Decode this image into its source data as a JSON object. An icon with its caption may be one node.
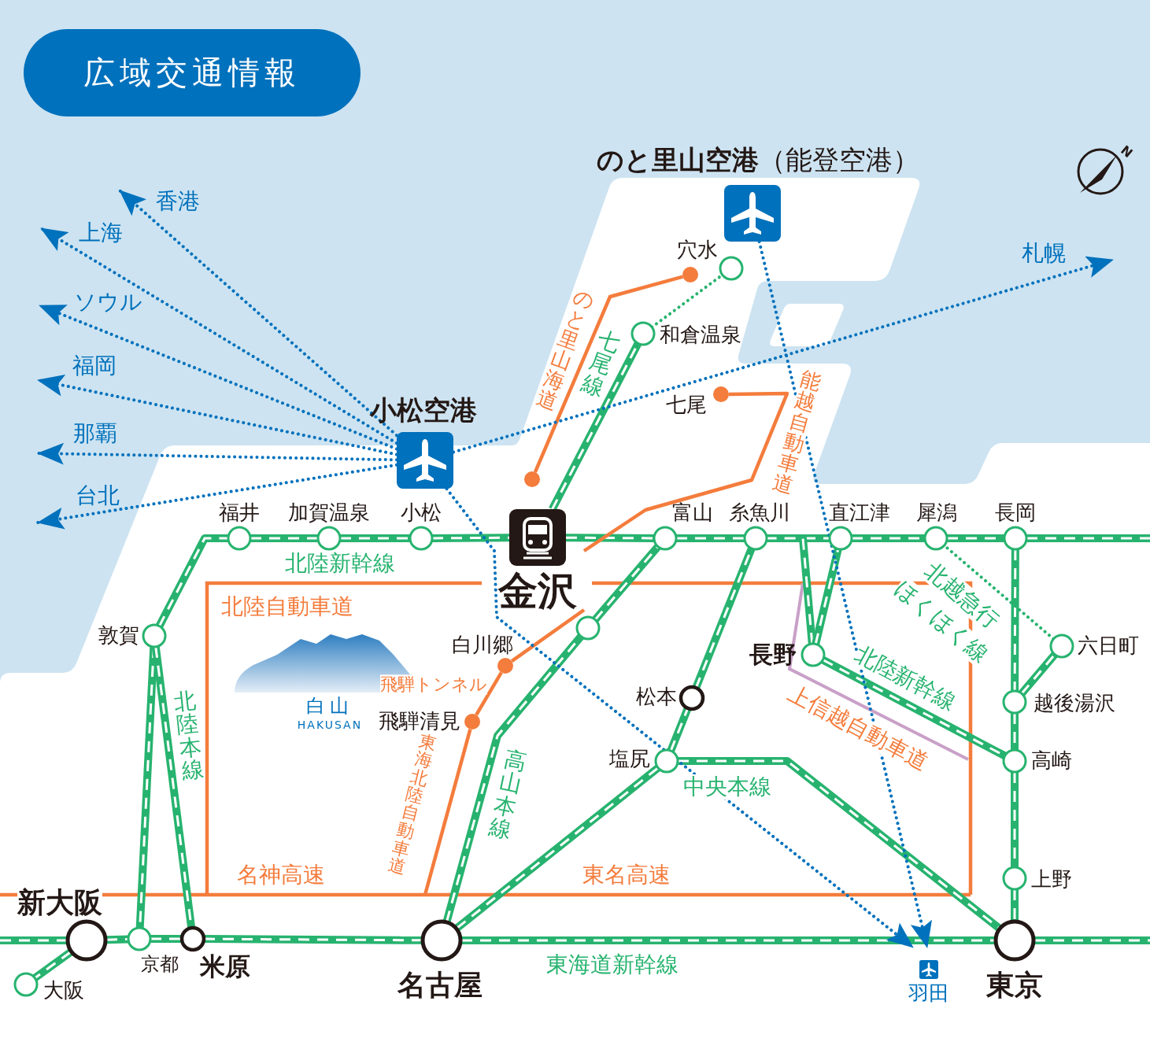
{
  "diagram": {
    "title": "広域交通情報",
    "nodes": [
      {
        "text": [
          "小松空港"
        ]
      },
      {
        "text": [
          "**のと里山空港**（能登空港）"
        ]
      },
      {
        "text": [
          "羽田"
        ]
      },
      {
        "text": [
          "香港"
        ]
      },
      {
        "text": [
          "上海"
        ]
      },
      {
        "text": [
          "ソウル"
        ]
      },
      {
        "text": [
          "福岡"
        ]
      },
      {
        "text": [
          "那覇"
        ]
      },
      {
        "text": [
          "台北"
        ]
      },
      {
        "text": [
          "札幌"
        ]
      },
      {
        "text": [
          "金沢"
        ]
      },
      {
        "text": [
          "福井"
        ]
      },
      {
        "text": [
          "加賀温泉"
        ]
      },
      {
        "text": [
          "小松"
        ]
      },
      {
        "text": [
          "富山"
        ]
      },
      {
        "text": [
          "糸魚川"
        ]
      },
      {
        "text": [
          "直江津"
        ]
      },
      {
        "text": [
          "犀潟"
        ]
      },
      {
        "text": [
          "長岡"
        ]
      },
      {
        "text": [
          "敦賀"
        ]
      },
      {
        "text": [
          "和倉温泉"
        ]
      },
      {
        "text": [
          "穴水"
        ]
      },
      {
        "text": [
          "長野"
        ]
      },
      {
        "text": [
          "六日町"
        ]
      },
      {
        "text": [
          "越後湯沢"
        ]
      },
      {
        "text": [
          "高崎"
        ]
      },
      {
        "text": [
          "上野"
        ]
      },
      {
        "text": [
          "東京"
        ]
      },
      {
        "text": [
          "松本"
        ]
      },
      {
        "text": [
          "塩尻"
        ]
      },
      {
        "text": [
          "名古屋"
        ]
      },
      {
        "text": [
          "米原"
        ]
      },
      {
        "text": [
          "京都"
        ]
      },
      {
        "text": [
          "新大阪"
        ]
      },
      {
        "text": [
          "大阪"
        ]
      },
      {
        "text": [],
        "shape": "circle"
      },
      {
        "text": [
          "七尾"
        ]
      },
      {
        "text": [
          "白川郷"
        ]
      },
      {
        "text": [
          "飛騨清見"
        ]
      },
      {
        "text": [],
        "shape": "circle"
      },
      {
        "text": [],
        "shape": "circle"
      }
    ],
    "edges": [
      {
        "from": 19,
        "to": 11,
        "arrow": "none"
      },
      {
        "from": 11,
        "to": 12,
        "arrow": "none"
      },
      {
        "from": 12,
        "to": 13,
        "arrow": "none"
      },
      {
        "from": 13,
        "to": 10,
        "arrow": "none"
      },
      {
        "from": 10,
        "to": 14,
        "arrow": "none"
      },
      {
        "from": 14,
        "to": 15,
        "arrow": "none"
      },
      {
        "from": 15,
        "to": 16,
        "arrow": "none"
      },
      {
        "from": 16,
        "to": 17,
        "arrow": "none"
      },
      {
        "from": 17,
        "to": 18,
        "arrow": "none"
      },
      {
        "from": 18,
        "to": null,
        "arrow": "none"
      },
      {
        "from": 22,
        "to": 15,
        "arrow": "none"
      },
      {
        "from": 22,
        "to": 16,
        "arrow": "none"
      },
      {
        "from": 22,
        "to": 25,
        "arrow": "none"
      },
      {
        "from": 18,
        "to": 24,
        "arrow": "none"
      },
      {
        "from": 24,
        "to": 25,
        "arrow": "none"
      },
      {
        "from": 25,
        "to": 26,
        "arrow": "none"
      },
      {
        "from": 26,
        "to": 27,
        "arrow": "none"
      },
      {
        "from": 24,
        "to": 23,
        "arrow": "none"
      },
      {
        "from": 23,
        "to": 17,
        "arrow": "none",
        "style": "dashed"
      },
      {
        "from": 20,
        "to": 21,
        "arrow": "none",
        "style": "dashed"
      },
      {
        "from": 10,
        "to": 20,
        "arrow": "none"
      },
      {
        "from": 19,
        "to": 32,
        "arrow": "none"
      },
      {
        "from": 19,
        "to": 31,
        "arrow": "none"
      },
      {
        "from": null,
        "to": 33,
        "arrow": "none"
      },
      {
        "from": 33,
        "to": 32,
        "arrow": "none"
      },
      {
        "from": 32,
        "to": 31,
        "arrow": "none"
      },
      {
        "from": 31,
        "to": 30,
        "arrow": "none"
      },
      {
        "from": 30,
        "to": 27,
        "arrow": "none"
      },
      {
        "from": 27,
        "to": null,
        "arrow": "none"
      },
      {
        "from": 33,
        "to": 34,
        "arrow": "none"
      },
      {
        "from": 30,
        "to": 35,
        "arrow": "none"
      },
      {
        "from": 35,
        "to": 14,
        "arrow": "none"
      },
      {
        "from": 30,
        "to": 29,
        "arrow": "none"
      },
      {
        "from": 29,
        "to": 27,
        "arrow": "none"
      },
      {
        "from": 29,
        "to": 28,
        "arrow": "none"
      },
      {
        "from": 28,
        "to": 15,
        "arrow": "none"
      },
      {
        "from": 36,
        "to": 10,
        "arrow": "none",
        "color": "#f47c3c"
      },
      {
        "from": 37,
        "to": 38,
        "arrow": "none",
        "color": "#f47c3c"
      },
      {
        "from": 37,
        "to": 10,
        "arrow": "none",
        "color": "#f47c3c"
      },
      {
        "from": 38,
        "to": null,
        "arrow": "none",
        "color": "#f47c3c"
      },
      {
        "from": 39,
        "to": 40,
        "arrow": "none",
        "color": "#f47c3c"
      },
      {
        "from": 0,
        "to": 3,
        "arrow": "to",
        "style": "dashed",
        "color": "#0071bc"
      },
      {
        "from": 0,
        "to": 4,
        "arrow": "to",
        "style": "dashed",
        "color": "#0071bc"
      },
      {
        "from": 0,
        "to": 5,
        "arrow": "to",
        "style": "dashed",
        "color": "#0071bc"
      },
      {
        "from": 0,
        "to": 6,
        "arrow": "to",
        "style": "dashed",
        "color": "#0071bc"
      },
      {
        "from": 0,
        "to": 7,
        "arrow": "to",
        "style": "dashed",
        "color": "#0071bc"
      },
      {
        "from": 0,
        "to": 8,
        "arrow": "to",
        "style": "dashed",
        "color": "#0071bc"
      },
      {
        "from": 0,
        "to": 9,
        "arrow": "to",
        "style": "dashed",
        "color": "#0071bc"
      },
      {
        "from": 0,
        "to": 2,
        "arrow": "to",
        "style": "dashed",
        "color": "#0071bc"
      },
      {
        "from": 1,
        "to": 2,
        "arrow": "to",
        "style": "dashed",
        "color": "#0071bc"
      }
    ],
    "labels": [
      "N",
      "のと里山海道",
      "七尾線",
      "能越自動車道",
      "北陸新幹線",
      "北越急行",
      "北陸自動車道",
      "ほくほく線",
      "北陸新幹線",
      "飛騨トンネル",
      "白山",
      "上信越自動車道",
      "北陸本線",
      "HAKUSAN",
      "東海北陸自動車道",
      "高山本線",
      "中央本線",
      "名神高速",
      "東名高速",
      "東海道新幹線"
    ]
  }
}
